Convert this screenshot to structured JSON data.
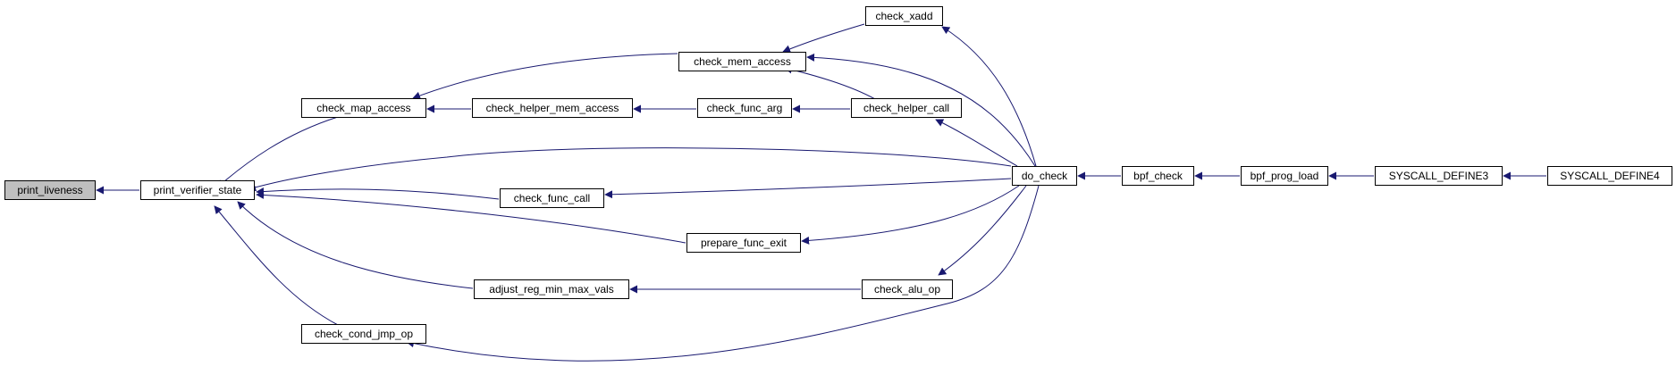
{
  "colors": {
    "edge": "#191970",
    "node_border": "#000000",
    "node_fill": "#ffffff",
    "highlight_fill": "#bfbfbf"
  },
  "nodes": {
    "print_liveness": "print_liveness",
    "print_verifier_state": "print_verifier_state",
    "check_map_access": "check_map_access",
    "check_helper_mem_access": "check_helper_mem_access",
    "check_mem_access": "check_mem_access",
    "check_xadd": "check_xadd",
    "check_func_arg": "check_func_arg",
    "check_helper_call": "check_helper_call",
    "check_func_call": "check_func_call",
    "prepare_func_exit": "prepare_func_exit",
    "adjust_reg_min_max_vals": "adjust_reg_min_max_vals",
    "check_alu_op": "check_alu_op",
    "check_cond_jmp_op": "check_cond_jmp_op",
    "do_check": "do_check",
    "bpf_check": "bpf_check",
    "bpf_prog_load": "bpf_prog_load",
    "SYSCALL_DEFINE3": "SYSCALL_DEFINE3",
    "SYSCALL_DEFINE4": "SYSCALL_DEFINE4"
  }
}
